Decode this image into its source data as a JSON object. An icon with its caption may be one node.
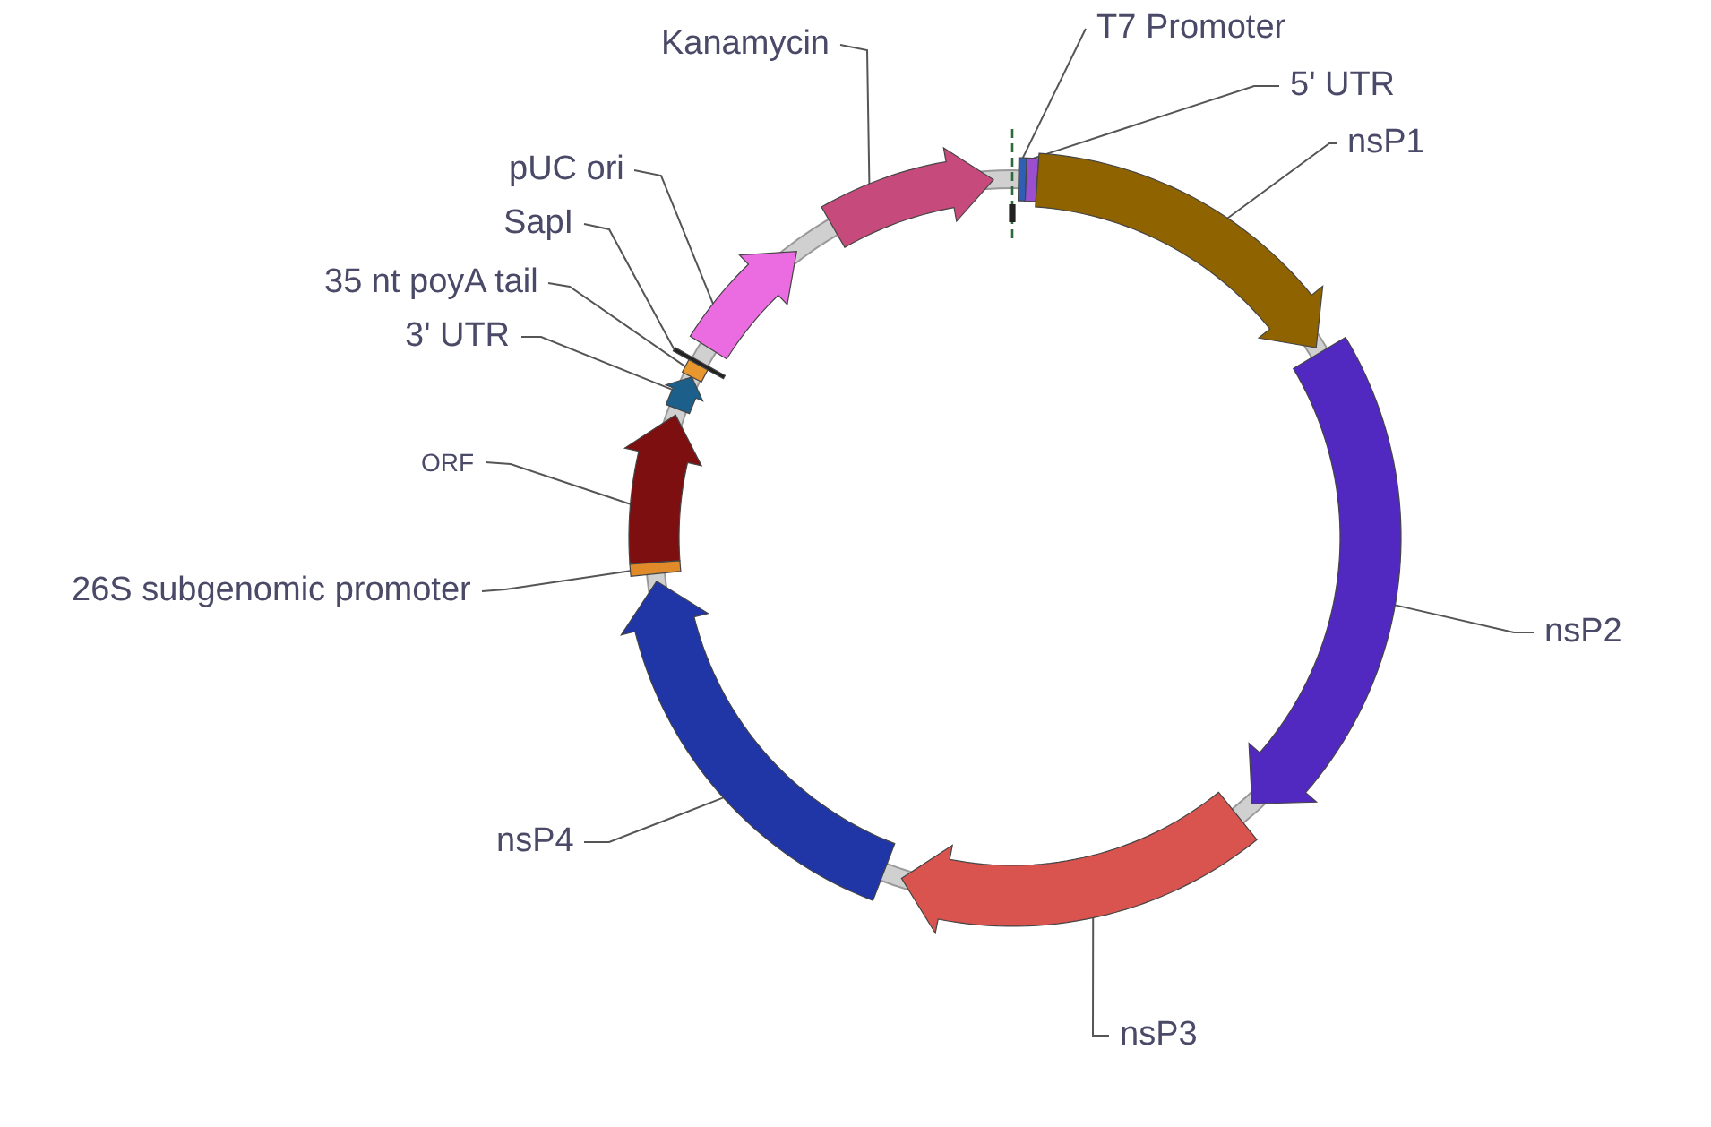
{
  "diagram": {
    "nodes": [
      {
        "text": [
          "T7 Promoter"
        ]
      },
      {
        "text": [
          "Kanamycin"
        ]
      },
      {
        "text": [
          "5' UTR"
        ]
      },
      {
        "text": [
          "nsP1"
        ]
      },
      {
        "text": [
          "pUC ori"
        ]
      },
      {
        "text": [
          "SapI"
        ]
      },
      {
        "text": [
          "35 nt poyA tail"
        ]
      },
      {
        "text": [
          "3' UTR"
        ]
      },
      {
        "text": [
          "ORF"
        ]
      },
      {
        "text": [
          "26S subgenomic promoter"
        ]
      },
      {
        "text": [
          "nsP2"
        ]
      },
      {
        "text": [
          "nsP4"
        ]
      },
      {
        "text": [
          "nsP3"
        ]
      },
      {
        "text": [],
        "shape": "bar"
      },
      {
        "text": [],
        "shape": "arrow"
      },
      {
        "text": [],
        "shape": "bar"
      },
      {
        "text": [],
        "shape": "arrow"
      },
      {
        "text": [],
        "shape": "arrow"
      },
      {
        "text": [],
        "shape": "bar"
      },
      {
        "text": [],
        "shape": "bar"
      },
      {
        "text": [],
        "shape": "arrow"
      },
      {
        "text": [],
        "shape": "arrow"
      },
      {
        "text": [],
        "shape": "bar"
      },
      {
        "text": [],
        "shape": "arrow"
      },
      {
        "text": [],
        "shape": "arrow"
      },
      {
        "text": [],
        "shape": "arrow"
      }
    ],
    "edges": [
      {
        "from": 0,
        "to": 13,
        "arrow": "none"
      },
      {
        "from": 1,
        "to": 14,
        "arrow": "none"
      },
      {
        "from": 2,
        "to": 15,
        "arrow": "none"
      },
      {
        "from": 3,
        "to": 16,
        "arrow": "none"
      },
      {
        "from": 4,
        "to": 17,
        "arrow": "none"
      },
      {
        "from": 5,
        "to": 18,
        "arrow": "none"
      },
      {
        "from": 6,
        "to": 19,
        "arrow": "none"
      },
      {
        "from": 7,
        "to": 20,
        "arrow": "none"
      },
      {
        "from": 8,
        "to": 21,
        "arrow": "none"
      },
      {
        "from": 9,
        "to": 22,
        "arrow": "none"
      },
      {
        "from": 10,
        "to": 23,
        "arrow": "none"
      },
      {
        "from": 11,
        "to": 24,
        "arrow": "none"
      },
      {
        "from": 12,
        "to": 25,
        "arrow": "none"
      }
    ]
  }
}
